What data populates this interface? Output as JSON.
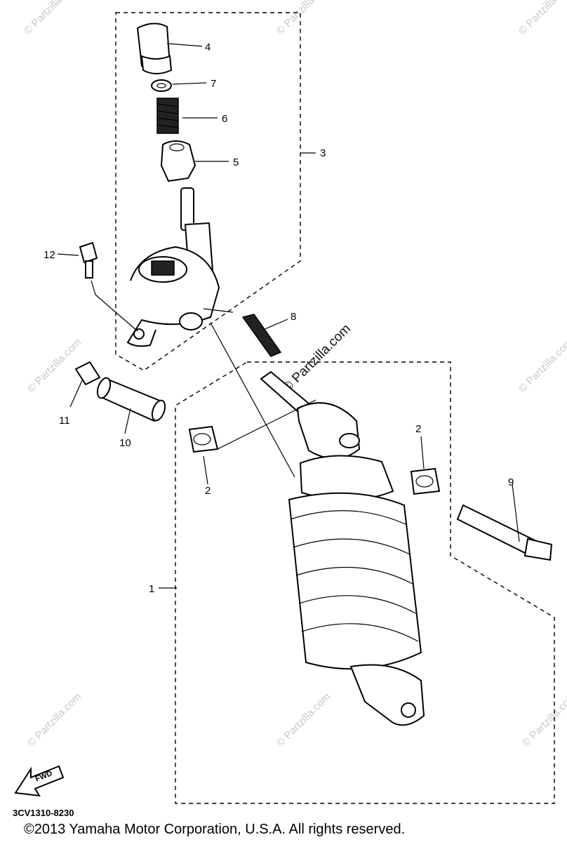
{
  "callouts": {
    "c1": "1",
    "c2a": "2",
    "c2b": "2",
    "c3": "3",
    "c4": "4",
    "c5": "5",
    "c6": "6",
    "c7": "7",
    "c8": "8",
    "c9": "9",
    "c10": "10",
    "c11": "11",
    "c12": "12"
  },
  "watermark": {
    "small": "© Partzilla.com",
    "large": "© Partzilla.com"
  },
  "fwd_label": "FWD",
  "diagram_code": "3CV1310-8230",
  "copyright": "©2013  Yamaha Motor Corporation, U.S.A. All rights reserved."
}
